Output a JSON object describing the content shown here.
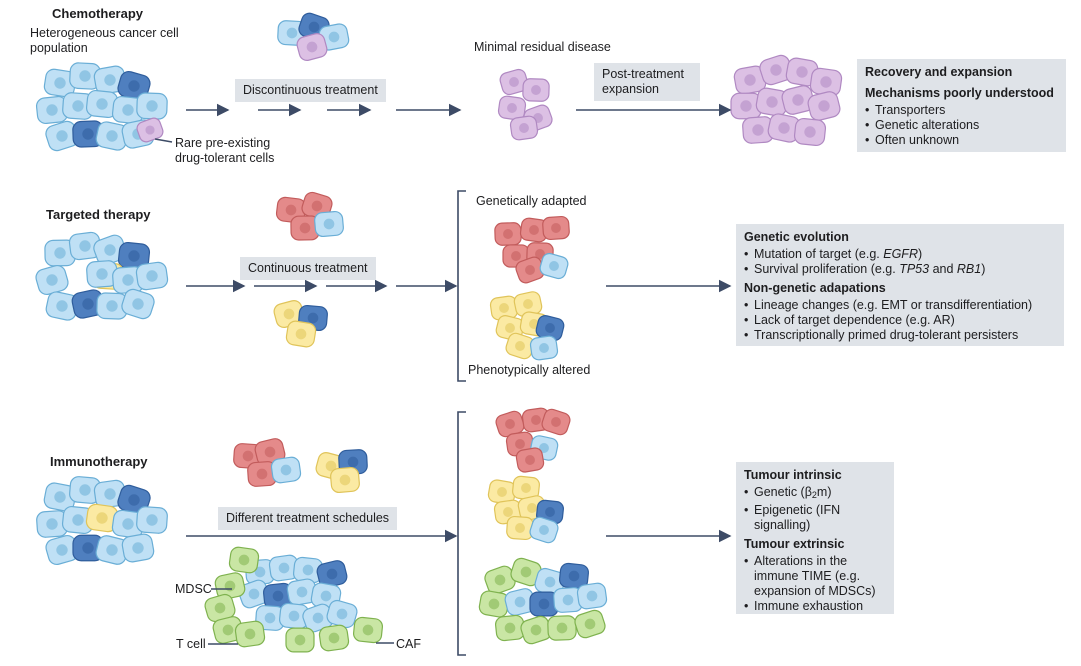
{
  "colors": {
    "light_blue": "#bfe0f5",
    "light_blue_edge": "#6aaed6",
    "dark_blue": "#4f7fbf",
    "dark_blue_edge": "#2f5d9c",
    "purple": "#dcc0e4",
    "purple_edge": "#b089c2",
    "red": "#e48a8a",
    "red_edge": "#c25c5c",
    "yellow": "#fbeaa3",
    "yellow_edge": "#e0c45a",
    "green": "#c9e6a4",
    "green_edge": "#7fb24f",
    "arrow": "#3d4b66",
    "box_bg": "#dfe3e8"
  },
  "chemo": {
    "title": "Chemotherapy",
    "population_label": "Heterogeneous cancer cell population",
    "rare_label": "Rare pre-existing drug-tolerant cells",
    "treatment_label": "Discontinuous treatment",
    "mrd_label": "Minimal residual disease",
    "post_label": "Post-treatment expansion",
    "box": {
      "heading1": "Recovery and expansion",
      "heading2": "Mechanisms poorly understood",
      "items": [
        "Transporters",
        "Genetic alterations",
        "Often unknown"
      ]
    }
  },
  "targeted": {
    "title": "Targeted therapy",
    "treatment_label": "Continuous treatment",
    "genetic_label": "Genetically adapted",
    "pheno_label": "Phenotypically altered",
    "box": {
      "heading1": "Genetic evolution",
      "item1_a": "Mutation of target (e.g. ",
      "item1_b": "EGFR",
      "item1_c": ")",
      "item2_a": "Survival proliferation (e.g. ",
      "item2_b": "TP53",
      "item2_c": " and ",
      "item2_d": "RB1",
      "item2_e": ")",
      "heading2": "Non-genetic adapations",
      "items2": [
        "Lineage changes (e.g. EMT or transdifferentiation)",
        "Lack of target dependence (e.g. AR)",
        "Transcriptionally primed drug-tolerant persisters"
      ]
    }
  },
  "immuno": {
    "title": "Immunotherapy",
    "treatment_label": "Different treatment schedules",
    "mdsc_label": "MDSC",
    "tcell_label": "T cell",
    "caf_label": "CAF",
    "box": {
      "heading1": "Tumour intrinsic",
      "genetic_a": "Genetic (β",
      "genetic_sub": "2",
      "genetic_b": "m)",
      "epigenetic": "Epigenetic (IFN signalling)",
      "heading2": "Tumour extrinsic",
      "extrinsic_items": [
        "Alterations in the immune TIME (e.g. expansion of MDSCs)",
        "Immune exhaustion"
      ]
    }
  }
}
